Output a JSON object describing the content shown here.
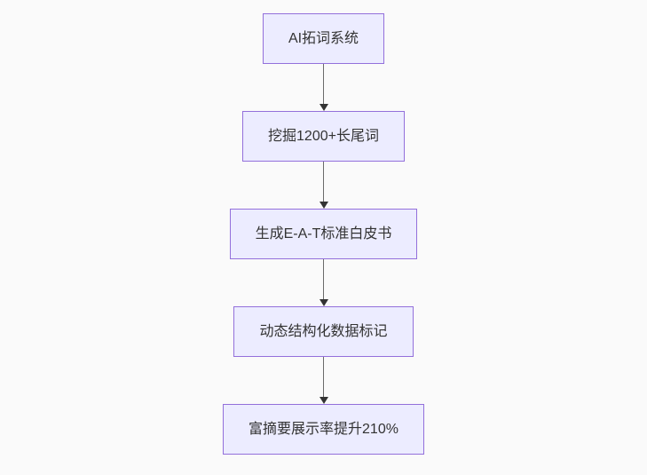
{
  "page": {
    "background_color": "#fafafa"
  },
  "diagram": {
    "type": "flowchart",
    "direction": "top-down",
    "style": {
      "node_fill": "#ECECFF",
      "node_border": "#9370DB",
      "node_text_color": "#333333",
      "edge_line_color": "#6b6b6b",
      "arrowhead_color": "#333333"
    },
    "nodes": [
      {
        "id": "step-1",
        "label": "AI拓词系统"
      },
      {
        "id": "step-2",
        "label": "挖掘1200+长尾词"
      },
      {
        "id": "step-3",
        "label": "生成E-A-T标准白皮书"
      },
      {
        "id": "step-4",
        "label": "动态结构化数据标记"
      },
      {
        "id": "step-5",
        "label": "富摘要展示率提升210%"
      }
    ],
    "edges": [
      {
        "from": "step-1",
        "to": "step-2"
      },
      {
        "from": "step-2",
        "to": "step-3"
      },
      {
        "from": "step-3",
        "to": "step-4"
      },
      {
        "from": "step-4",
        "to": "step-5"
      }
    ]
  }
}
